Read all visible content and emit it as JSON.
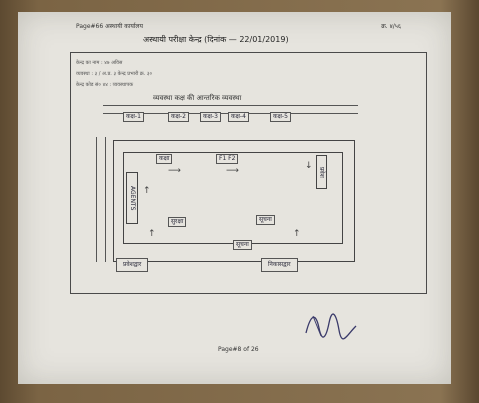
{
  "header_left": "Page#66 अस्थायी कार्यालय",
  "header_right": "क्र. ४/५६",
  "title": "अस्थायी परीक्षा केन्द्र (दिनांक — 22/01/2019)",
  "lines": [
    "केन्द्र का नाम : ४७ अविस",
    "व्यवस्था : ३ / अ.प्र. ३ केन्द्र प्रभारी क्र. ३०",
    "केन्द्र कोड सं० ४४ : व्यवस्थापक"
  ],
  "diagram_title": "व्यवस्था कक्ष की आन्तरिक व्यवस्था",
  "top_labels": [
    "कक्ष-1",
    "कक्ष-2",
    "कक्ष-3",
    "कक्ष-4",
    "कक्ष-5"
  ],
  "inner_labels": {
    "left": "कक्षा",
    "mid": "F1 F2",
    "right": "प्रवेश",
    "vertical_left": "AGENTS",
    "bottom_left": "सुरक्षा",
    "bottom_mid": "सूचना",
    "bottom_right": "सूचना"
  },
  "gate_left": "प्रवेशद्वार",
  "gate_right": "निकासद्वार",
  "footer": "Page#8 of 26"
}
